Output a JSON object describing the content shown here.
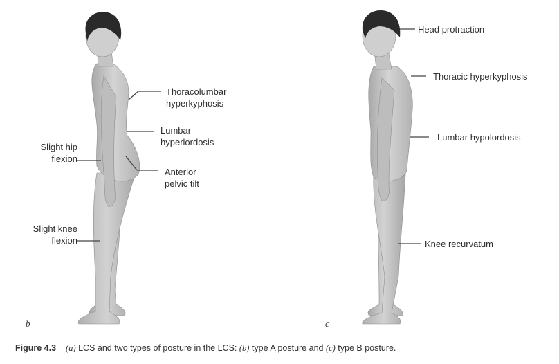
{
  "panel_b": {
    "letter": "b",
    "labels": {
      "thoracolumbar_1": "Thoracolumbar",
      "thoracolumbar_2": "hyperkyphosis",
      "lumbar_1": "Lumbar",
      "lumbar_2": "hyperlordosis",
      "hip_1": "Slight hip",
      "hip_2": "flexion",
      "pelvic_1": "Anterior",
      "pelvic_2": "pelvic tilt",
      "knee_1": "Slight knee",
      "knee_2": "flexion"
    }
  },
  "panel_c": {
    "letter": "c",
    "labels": {
      "head": "Head protraction",
      "thoracic": "Thoracic hyperkyphosis",
      "lumbar": "Lumbar hypolordosis",
      "knee": "Knee recurvatum"
    }
  },
  "caption": {
    "figure_number": "Figure 4.3",
    "part_a": "(a)",
    "text_1": " LCS and two types of posture in the LCS: ",
    "part_b": "(b)",
    "text_2": " type A posture and ",
    "part_c": "(c)",
    "text_3": " type B posture."
  },
  "colors": {
    "skin": "#c9c9c9",
    "skin_shadow": "#9e9e9e",
    "hair": "#2a2a2a",
    "leader_line": "#444444"
  }
}
